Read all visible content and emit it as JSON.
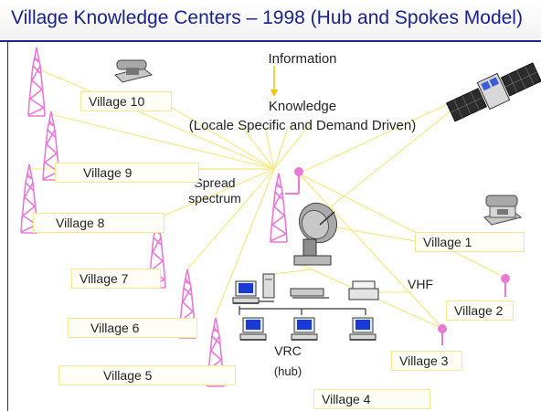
{
  "slide": {
    "title": "Village Knowledge Centers – 1998 (Hub and Spokes Model)"
  },
  "diagram": {
    "information_label": "Information",
    "knowledge_label": "Knowledge",
    "knowledge_sub": "(Locale Specific and Demand Driven)",
    "spread_label_1": "Spread",
    "spread_label_2": "spectrum",
    "vhf_label": "VHF",
    "hub_label_1": "VRC",
    "hub_label_2": "(hub)",
    "villages": [
      "Village 1",
      "Village 2",
      "Village 3",
      "Village 4",
      "Village 5",
      "Village 6",
      "Village 7",
      "Village 8",
      "Village 9",
      "Village 10"
    ]
  },
  "colors": {
    "title_text": "#18218c",
    "tower": "#e87ad6",
    "spoke_line": "#f6ea8c",
    "arrow": "#f2c200"
  }
}
